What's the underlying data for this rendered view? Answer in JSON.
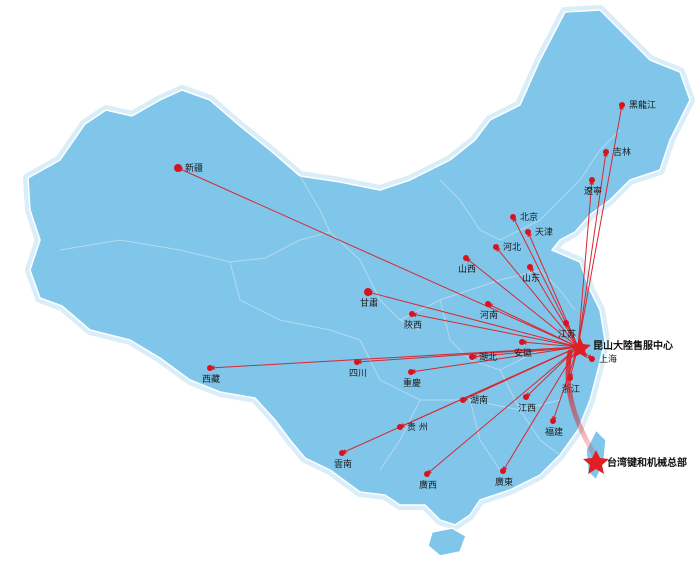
{
  "map": {
    "colors": {
      "land": "#7fc6ea",
      "border": "#e8f4fb",
      "halo": "#d9eef9",
      "inner_border": "#b3d9ee",
      "route": "#d8282f",
      "dot": "#d8121f",
      "star": "#e01e26"
    },
    "hub": {
      "label": "昆山大陸售服中心",
      "icon": "star-icon"
    },
    "hq": {
      "label": "台湾键和机械总部",
      "icon": "star-icon"
    },
    "destinations": [
      {
        "id": "heilongjiang",
        "label": "黑龍江"
      },
      {
        "id": "jilin",
        "label": "吉林"
      },
      {
        "id": "liaoning",
        "label": "遼寧"
      },
      {
        "id": "beijing",
        "label": "北京"
      },
      {
        "id": "tianjin",
        "label": "天津"
      },
      {
        "id": "hebei",
        "label": "河北"
      },
      {
        "id": "shandong",
        "label": "山东"
      },
      {
        "id": "shanxi",
        "label": "山西"
      },
      {
        "id": "henan",
        "label": "河南"
      },
      {
        "id": "xinjiang",
        "label": "新疆"
      },
      {
        "id": "gansu",
        "label": "甘肅"
      },
      {
        "id": "shaanxi",
        "label": "陝西"
      },
      {
        "id": "jiangsu",
        "label": "江苏"
      },
      {
        "id": "anhui",
        "label": "安徽"
      },
      {
        "id": "hubei",
        "label": "湖北"
      },
      {
        "id": "sichuan",
        "label": "四川"
      },
      {
        "id": "chongqing",
        "label": "重慶"
      },
      {
        "id": "xizang",
        "label": "西藏"
      },
      {
        "id": "shanghai",
        "label": "上海"
      },
      {
        "id": "zhejiang",
        "label": "浙江"
      },
      {
        "id": "jiangxi",
        "label": "江西"
      },
      {
        "id": "hunan",
        "label": "湖南"
      },
      {
        "id": "guizhou",
        "label": "贵 州"
      },
      {
        "id": "yunnan",
        "label": "雲南"
      },
      {
        "id": "guangxi",
        "label": "廣西"
      },
      {
        "id": "guangdong",
        "label": "廣東"
      },
      {
        "id": "fujian",
        "label": "福建"
      }
    ]
  }
}
